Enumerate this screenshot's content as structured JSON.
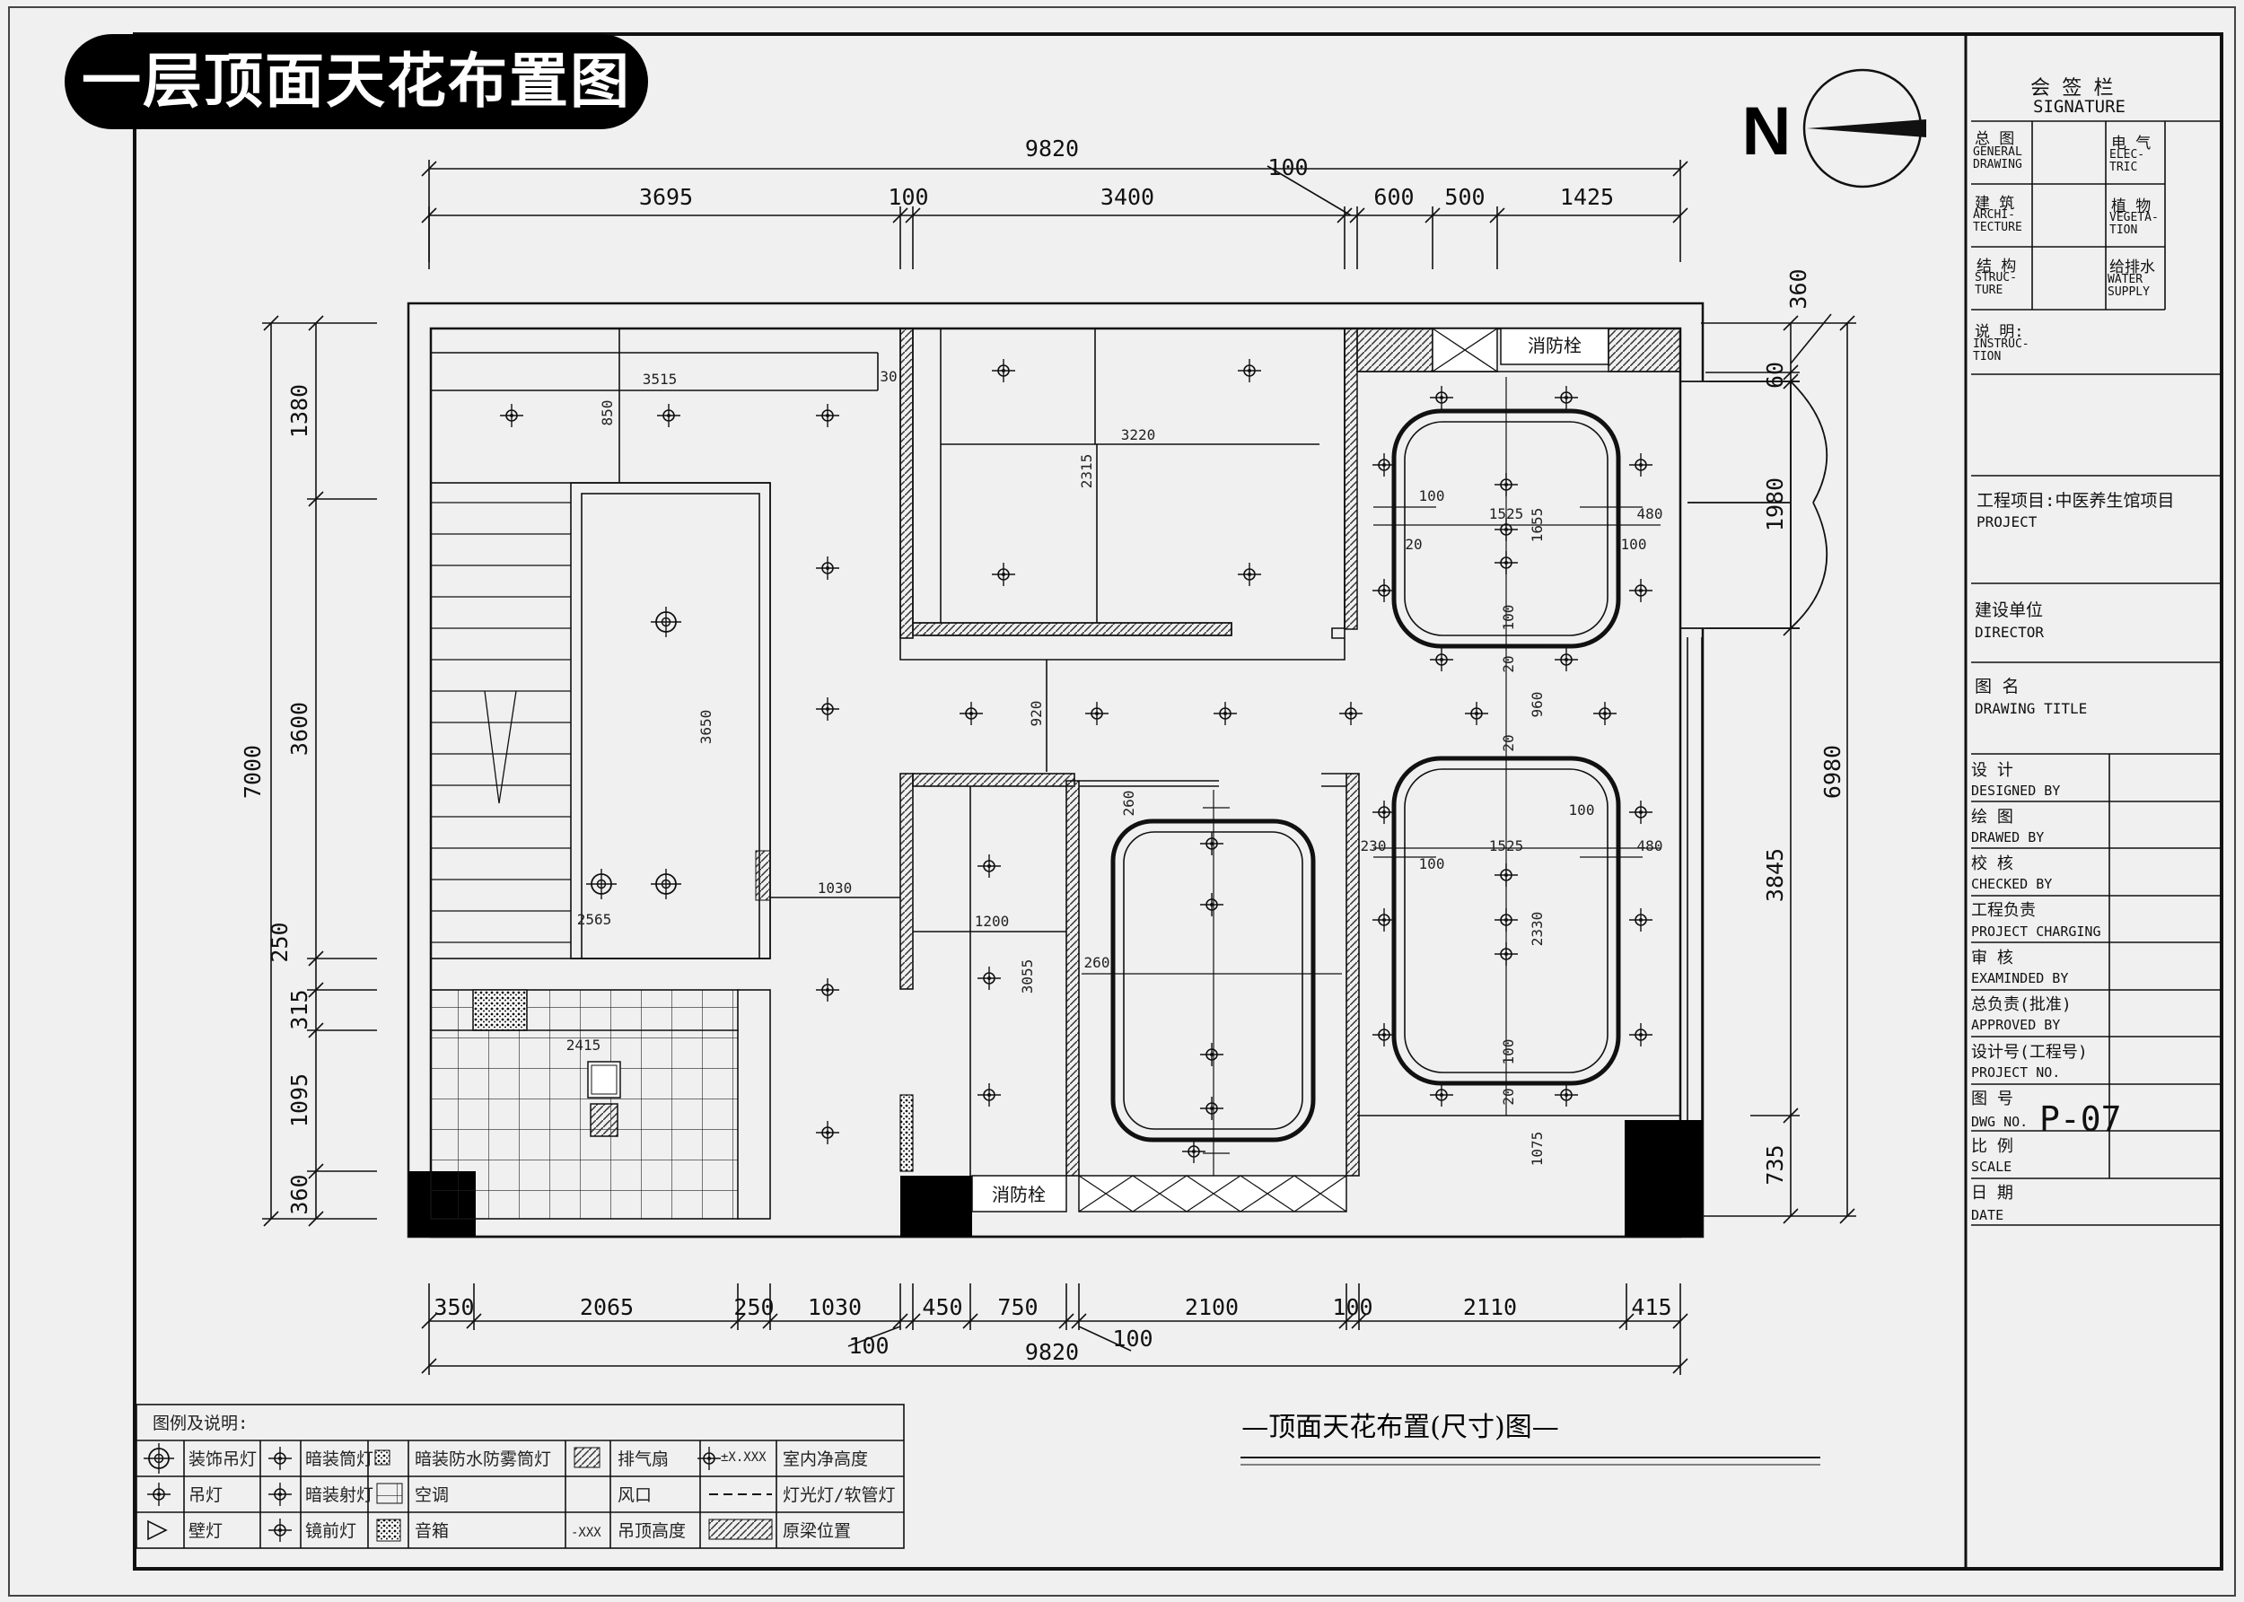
{
  "sheet_title": "一层顶面天花布置图",
  "north_label": "N",
  "drawing_caption": "—顶面天花布置(尺寸)图—",
  "dimensions": {
    "top_total": "9820",
    "top_segments": [
      "3695",
      "100",
      "3400",
      "100",
      "600",
      "500",
      "1425"
    ],
    "bottom_total": "9820",
    "bottom_segments": [
      "350",
      "2065",
      "250",
      "1030",
      "450",
      "750",
      "2100",
      "100",
      "2110",
      "415"
    ],
    "bottom_extra": [
      "100",
      "100"
    ],
    "left_total": "7000",
    "left_segments": [
      "1380",
      "3600",
      "250",
      "315",
      "1095",
      "360"
    ],
    "right_total": "6980",
    "right_segments": [
      "360",
      "60",
      "1980",
      "3845",
      "735"
    ]
  },
  "plan_labels": {
    "fire_hydrant_1": "消防栓",
    "fire_hydrant_2": "消防栓",
    "inner_dims": [
      "3515",
      "850",
      "3220",
      "2315",
      "3650",
      "2565",
      "920",
      "1030",
      "1200",
      "3055",
      "2415",
      "1525",
      "1655",
      "960",
      "1525",
      "2330",
      "1075",
      "480",
      "480",
      "100",
      "100",
      "230",
      "260",
      "260",
      "30",
      "20",
      "20",
      "20",
      "20",
      "100",
      "100",
      "100",
      "100"
    ]
  },
  "legend": {
    "title": "图例及说明:",
    "items": [
      [
        "装饰吊灯",
        "暗装筒灯",
        "暗装防水防雾筒灯",
        "排气扇",
        "±X.XXX",
        "室内净高度"
      ],
      [
        "吊灯",
        "暗装射灯",
        "空调",
        "风口",
        "— — —",
        "灯光灯/软管灯"
      ],
      [
        "壁灯",
        "镜前灯",
        "音箱",
        "吊顶高度",
        "",
        "原梁位置"
      ]
    ],
    "symbol_labels": {
      "ceiling_height_code": "-XXX"
    }
  },
  "title_block": {
    "signature_cn": "会 签 栏",
    "signature_en": "SIGNATURE",
    "rows": [
      {
        "cn_left": "总 图",
        "en_left": "GENERAL DRAWING",
        "cn_right": "电 气",
        "en_right": "ELEC-TRIC"
      },
      {
        "cn_left": "建 筑",
        "en_left": "ARCHI-TECTURE",
        "cn_right": "植 物",
        "en_right": "VEGETA-TION"
      },
      {
        "cn_left": "结 构",
        "en_left": "STRUC-TURE",
        "cn_right": "给排水",
        "en_right": "WATER SUPPLY"
      }
    ],
    "instruction_cn": "说  明:",
    "instruction_en": "INSTRUC-TION",
    "project_cn": "工程项目:中医养生馆项目",
    "project_en": "PROJECT",
    "director_cn": "建设单位",
    "director_en": "DIRECTOR",
    "drawing_title_cn": "图  名",
    "drawing_title_en": "DRAWING TITLE",
    "fields": [
      {
        "cn": "设  计",
        "en": "DESIGNED  BY"
      },
      {
        "cn": "绘  图",
        "en": "DRAWED  BY"
      },
      {
        "cn": "校  核",
        "en": "CHECKED  BY"
      },
      {
        "cn": "工程负责",
        "en": "PROJECT CHARGING"
      },
      {
        "cn": "审  核",
        "en": "EXAMINDED  BY"
      },
      {
        "cn": "总负责(批准)",
        "en": "APPROVED  BY"
      },
      {
        "cn": "设计号(工程号)",
        "en": "PROJECT NO."
      },
      {
        "cn": "图  号",
        "en": "DWG NO."
      },
      {
        "cn": "比  例",
        "en": "SCALE"
      },
      {
        "cn": "日  期",
        "en": "DATE"
      }
    ],
    "dwg_no": "P-07"
  }
}
